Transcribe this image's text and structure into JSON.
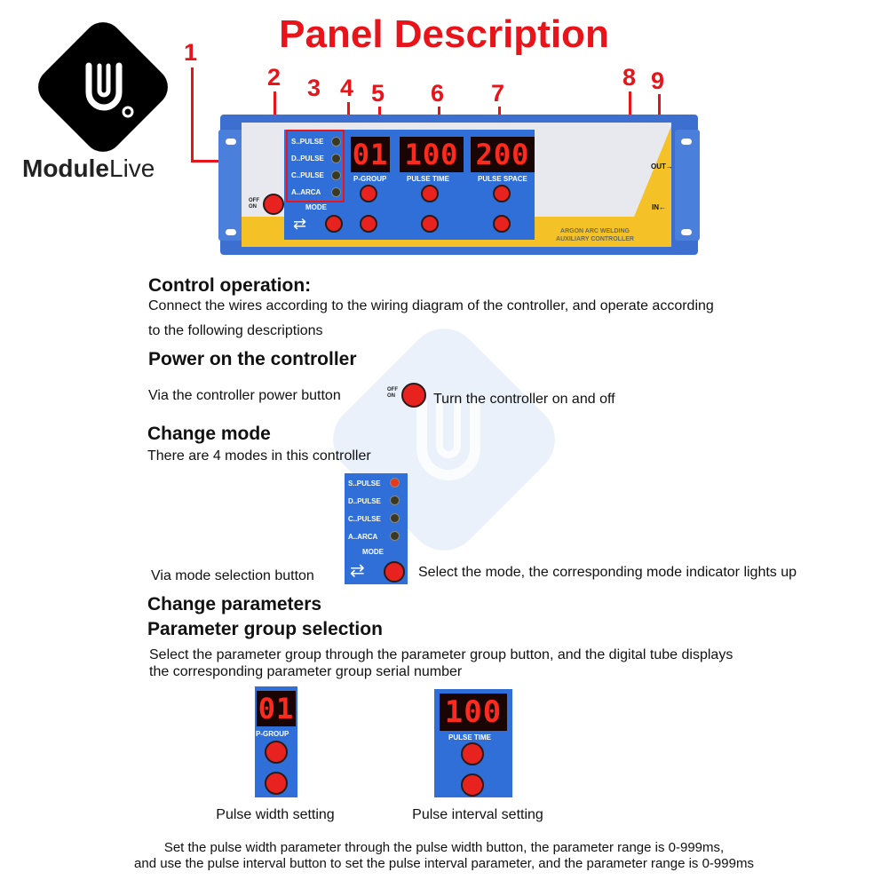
{
  "title": "Panel Description",
  "logo": {
    "brand_module": "Module",
    "brand_live": "Live"
  },
  "callouts": [
    "1",
    "2",
    "3",
    "4",
    "5",
    "6",
    "7",
    "8",
    "9"
  ],
  "panel": {
    "power_label_off": "OFF",
    "power_label_on": "ON",
    "modes": [
      "S..PULSE",
      "D..PULSE",
      "C..PULSE",
      "A..ARCA"
    ],
    "mode_label": "MODE",
    "display_group": "01",
    "display_time": "100",
    "display_space": "200",
    "label_group": "P-GROUP",
    "label_time": "PULSE TIME",
    "label_space": "PULSE SPACE",
    "brand_line1": "ARGON ARC WELDING",
    "brand_line2": "AUXILIARY CONTROLLER",
    "out_label": "OUT→",
    "in_label": "IN←"
  },
  "sections": {
    "control_heading": "Control operation:",
    "control_line1": "Connect the wires according to the wiring diagram of the controller, and operate according",
    "control_line2": "to the following descriptions",
    "power_heading": "Power on the controller",
    "power_via": "Via the controller power button",
    "power_desc": "Turn the controller on and off",
    "mode_heading": "Change mode",
    "mode_line": "There are 4 modes in this controller",
    "mode_via": "Via mode selection button",
    "mode_desc": "Select the mode, the corresponding mode indicator lights up",
    "params_heading": "Change parameters",
    "group_heading": "Parameter group selection",
    "group_line1": "Select the parameter group through the parameter group button, and the digital tube displays",
    "group_line2": "the corresponding parameter group serial number",
    "pulse_width_caption": "Pulse width setting",
    "pulse_interval_caption": "Pulse interval setting",
    "footer_line1": "Set the pulse width parameter through the pulse width button, the parameter range is 0-999ms,",
    "footer_line2": "and use the pulse interval button to set the pulse interval parameter, and the parameter range is 0-999ms"
  },
  "colors": {
    "accent_red": "#e8141a",
    "panel_blue": "#2f6fd7",
    "panel_yellow": "#f4c226"
  }
}
